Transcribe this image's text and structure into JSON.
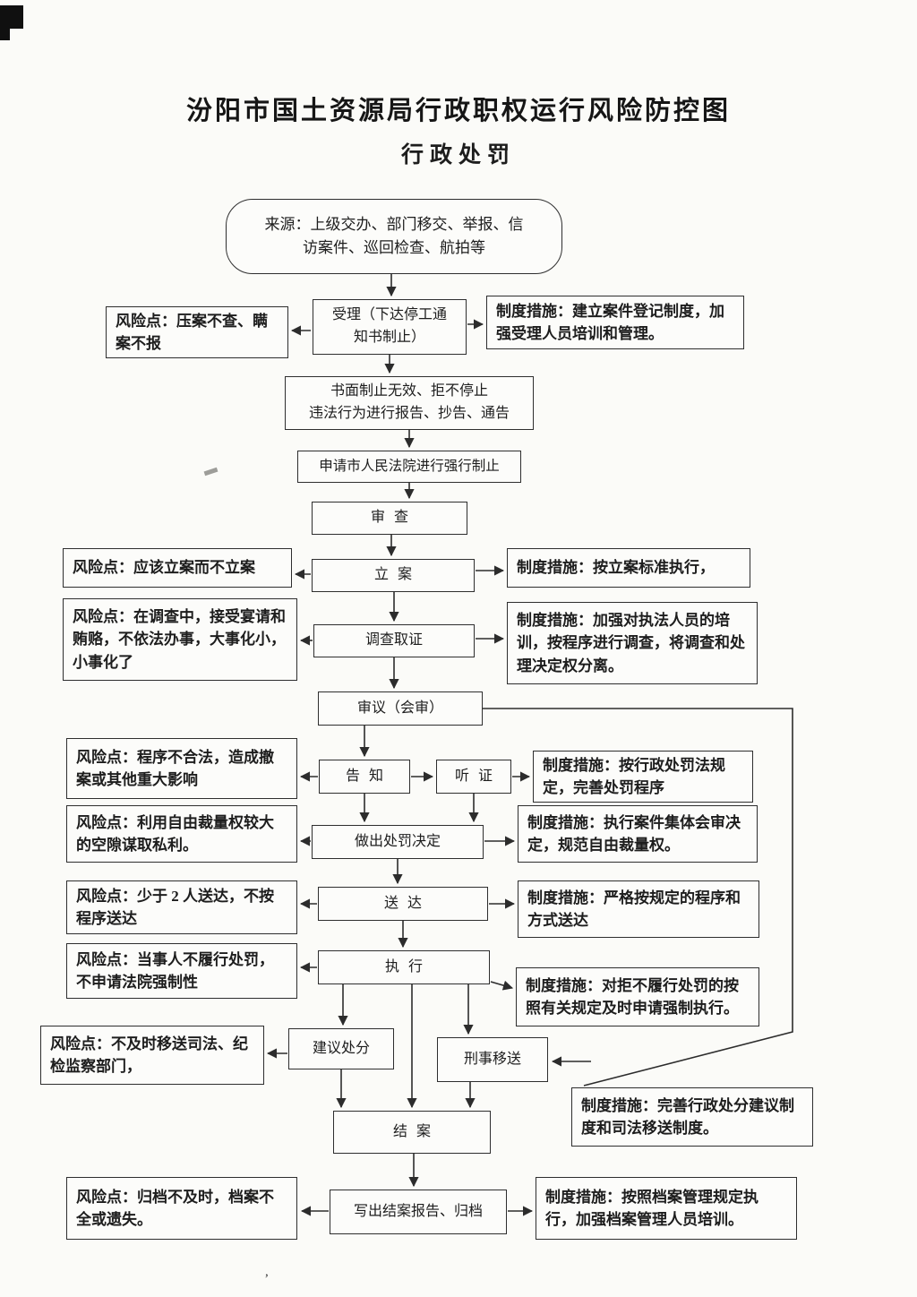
{
  "page": {
    "title": "汾阳市国土资源局行政职权运行风险防控图",
    "subtitle": "行政处罚"
  },
  "flow": {
    "source": "来源：上级交办、部门移交、举报、信\n访案件、巡回检查、航拍等",
    "accept": "受理（下达停工通\n知书制止）",
    "written_stop": "书面制止无效、拒不停止\n违法行为进行报告、抄告、通告",
    "court": "申请市人民法院进行强行制止",
    "review": "审查",
    "file_case": "立案",
    "investigate": "调查取证",
    "deliberate": "审议（会审）",
    "notify": "告知",
    "hearing": "听证",
    "decision": "做出处罚决定",
    "deliver": "送达",
    "execute": "执行",
    "suggest": "建议处分",
    "criminal": "刑事移送",
    "close_case": "结案",
    "archive": "写出结案报告、归档"
  },
  "risks": [
    "风险点：压案不查、瞒案不报",
    "风险点：应该立案而不立案",
    "风险点：在调查中，接受宴请和贿赂，不依法办事，大事化小，小事化了",
    "风险点：程序不合法，造成撤案或其他重大影响",
    "风险点：利用自由裁量权较大的空隙谋取私利。",
    "风险点：少于 2 人送达，不按程序送达",
    "风险点：当事人不履行处罚，不申请法院强制性",
    "风险点：不及时移送司法、纪检监察部门，",
    "风险点：归档不及时，档案不全或遗失。"
  ],
  "measures": [
    "制度措施：建立案件登记制度，加强受理人员培训和管理。",
    "制度措施：按立案标准执行，",
    "制度措施：加强对执法人员的培训，按程序进行调查，将调查和处理决定权分离。",
    "制度措施：按行政处罚法规定，完善处罚程序",
    "制度措施：执行案件集体会审决定，规范自由裁量权。",
    "制度措施：严格按规定的程序和方式送达",
    "制度措施：对拒不履行处罚的按照有关规定及时申请强制执行。",
    "制度措施：完善行政处分建议制度和司法移送制度。",
    "制度措施：按照档案管理规定执行，加强档案管理人员培训。"
  ]
}
